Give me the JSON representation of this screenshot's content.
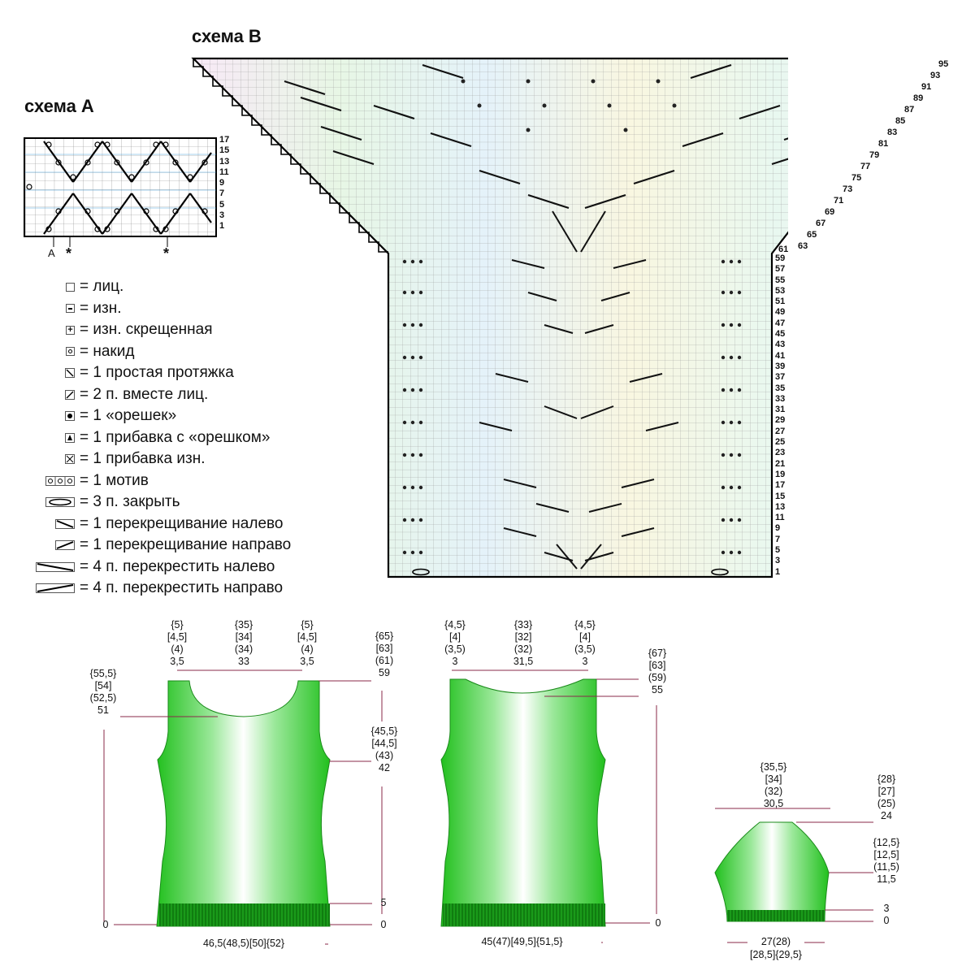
{
  "scheme_a": {
    "title": "схема А",
    "row_numbers": [
      "17",
      "15",
      "13",
      "11",
      "9",
      "7",
      "5",
      "3",
      "1"
    ],
    "bottom_labels": [
      "A",
      "*",
      "*"
    ]
  },
  "scheme_b": {
    "title": "схема В",
    "yoke_row_numbers": [
      "95",
      "93",
      "91",
      "89",
      "87",
      "85",
      "83",
      "81",
      "79",
      "77",
      "75",
      "73",
      "71",
      "69",
      "67",
      "65",
      "63",
      "61"
    ],
    "body_row_numbers": [
      "59",
      "57",
      "55",
      "53",
      "51",
      "49",
      "47",
      "45",
      "43",
      "41",
      "39",
      "37",
      "35",
      "33",
      "31",
      "29",
      "27",
      "25",
      "23",
      "21",
      "19",
      "17",
      "15",
      "13",
      "11",
      "9",
      "7",
      "5",
      "3",
      "1"
    ]
  },
  "legend": [
    {
      "icon": "knit-stitch-icon",
      "label": "= лиц."
    },
    {
      "icon": "purl-stitch-icon",
      "label": "= изн."
    },
    {
      "icon": "purl-crossed-icon",
      "label": "= изн. скрещенная"
    },
    {
      "icon": "yarn-over-icon",
      "label": "= накид"
    },
    {
      "icon": "simple-slip-icon",
      "label": "= 1 простая протяжка"
    },
    {
      "icon": "knit-two-together-icon",
      "label": "= 2 п. вместе лиц."
    },
    {
      "icon": "bobble-icon",
      "label": "= 1 «орешек»"
    },
    {
      "icon": "increase-bobble-icon",
      "label": "= 1 прибавка с «орешком»"
    },
    {
      "icon": "increase-purl-icon",
      "label": "= 1 прибавка изн."
    },
    {
      "icon": "motif-icon",
      "label": "= 1 мотив"
    },
    {
      "icon": "bind-off-icon",
      "label": "= 3 п. закрыть"
    },
    {
      "icon": "cross-left-icon",
      "label": "= 1 перекрещивание налево"
    },
    {
      "icon": "cross-right-icon",
      "label": "= 1 перекрещивание направо"
    },
    {
      "icon": "cable-left-icon",
      "label": "= 4 п.  перекрестить налево"
    },
    {
      "icon": "cable-right-icon",
      "label": "= 4 п.  перекрестить направо"
    }
  ],
  "front": {
    "strap_left": [
      "{5}",
      "[4,5]",
      "(4)",
      "3,5"
    ],
    "neck_width": [
      "{35}",
      "[34]",
      "(34)",
      "33"
    ],
    "strap_right": [
      "{5}",
      "[4,5]",
      "(4)",
      "3,5"
    ],
    "neck_depth": [
      "{55,5}",
      "[54]",
      "(52,5)",
      "51"
    ],
    "total_height": [
      "{65}",
      "[63]",
      "(61)",
      "59"
    ],
    "armhole": [
      "{45,5}",
      "[44,5]",
      "(43)",
      "42"
    ],
    "rib": "5",
    "zero_left": "0",
    "zero_right": "0",
    "width": "46,5(48,5)[50]{52}"
  },
  "back": {
    "strap_left": [
      "{4,5}",
      "[4]",
      "(3,5)",
      "3"
    ],
    "neck_width": [
      "{33}",
      "[32]",
      "(32)",
      "31,5"
    ],
    "strap_right": [
      "{4,5}",
      "[4]",
      "(3,5)",
      "3"
    ],
    "total_height": [
      "{67}",
      "[63]",
      "(59)",
      "55"
    ],
    "zero": "0",
    "width": "45(47)[49,5]{51,5}"
  },
  "sleeve": {
    "top_width": [
      "{35,5}",
      "[34]",
      "(32)",
      "30,5"
    ],
    "height": [
      "{28}",
      "[27]",
      "(25)",
      "24"
    ],
    "cap": [
      "{12,5}",
      "[12,5]",
      "(11,5)",
      "11,5"
    ],
    "rib": "3",
    "zero": "0",
    "width_1": "27(28)",
    "width_2": "[28,5]{29,5}"
  }
}
